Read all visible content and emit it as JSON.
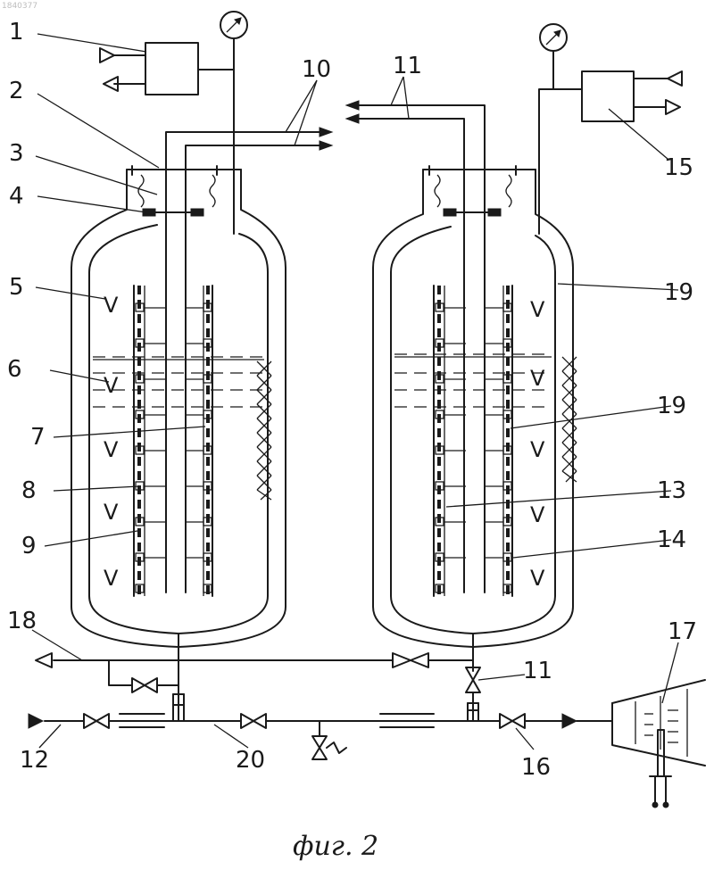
{
  "figure": {
    "corner_id": "1840377",
    "caption": "фиг. 2"
  },
  "labels": [
    "1",
    "2",
    "3",
    "4",
    "5",
    "6",
    "7",
    "8",
    "9",
    "10",
    "11",
    "19",
    "19",
    "13",
    "14",
    "15",
    "11",
    "16",
    "17",
    "18",
    "12",
    "20"
  ],
  "v_marks": [
    "V",
    "V",
    "V",
    "V",
    "V",
    "V",
    "V",
    "V",
    "V",
    "V"
  ]
}
